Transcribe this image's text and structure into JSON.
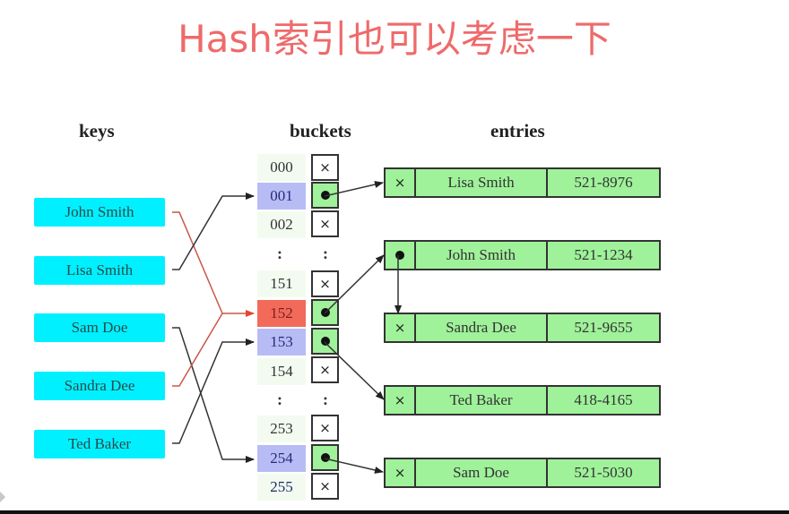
{
  "slide": {
    "title": "Hash索引也可以考虑一下",
    "title_color": "#ef6a6a"
  },
  "columns": {
    "keys": "keys",
    "buckets": "buckets",
    "entries": "entries"
  },
  "keys": [
    {
      "label": "John Smith",
      "bucket": "152"
    },
    {
      "label": "Lisa Smith",
      "bucket": "001"
    },
    {
      "label": "Sam Doe",
      "bucket": "254"
    },
    {
      "label": "Sandra Dee",
      "bucket": "152"
    },
    {
      "label": "Ted Baker",
      "bucket": "153"
    }
  ],
  "buckets": [
    {
      "index": "000",
      "slot": "empty",
      "highlight": "none"
    },
    {
      "index": "001",
      "slot": "pointer",
      "highlight": "blue"
    },
    {
      "index": "002",
      "slot": "empty",
      "highlight": "none"
    },
    {
      "index": ":",
      "slot": "ellipsis",
      "highlight": "none"
    },
    {
      "index": "151",
      "slot": "empty",
      "highlight": "none"
    },
    {
      "index": "152",
      "slot": "pointer",
      "highlight": "red"
    },
    {
      "index": "153",
      "slot": "pointer",
      "highlight": "blue"
    },
    {
      "index": "154",
      "slot": "empty",
      "highlight": "none"
    },
    {
      "index": ":",
      "slot": "ellipsis",
      "highlight": "none"
    },
    {
      "index": "253",
      "slot": "empty",
      "highlight": "none"
    },
    {
      "index": "254",
      "slot": "pointer",
      "highlight": "blue"
    },
    {
      "index": "255",
      "slot": "empty",
      "highlight": "none"
    }
  ],
  "entries": [
    {
      "next": "empty",
      "name": "Lisa Smith",
      "phone": "521-8976",
      "from_bucket": "001"
    },
    {
      "next": "pointer",
      "name": "John Smith",
      "phone": "521-1234",
      "from_bucket": "152"
    },
    {
      "next": "empty",
      "name": "Sandra Dee",
      "phone": "521-9655",
      "from_entry": "John Smith"
    },
    {
      "next": "empty",
      "name": "Ted Baker",
      "phone": "418-4165",
      "from_bucket": "153"
    },
    {
      "next": "empty",
      "name": "Sam Doe",
      "phone": "521-5030",
      "from_bucket": "254"
    }
  ],
  "symbols": {
    "empty": "×",
    "ellipsis": ":"
  },
  "colors": {
    "key_fill": "#00f0ff",
    "bucket_highlight_blue": "#b8bcf5",
    "bucket_highlight_red": "#f26a5a",
    "slot_fill": "#9ff29a",
    "collision_line": "#d0584a",
    "link_line": "#333333"
  }
}
